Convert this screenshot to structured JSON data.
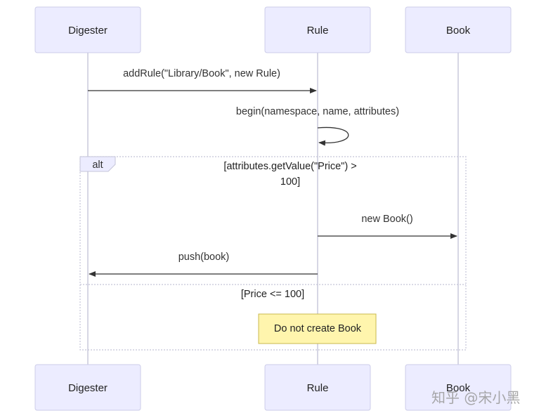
{
  "actors": [
    {
      "name": "Digester"
    },
    {
      "name": "Rule"
    },
    {
      "name": "Book"
    }
  ],
  "messages": [
    {
      "label": "addRule(\"Library/Book\", new Rule)",
      "from": "Digester",
      "to": "Rule"
    },
    {
      "label": "begin(namespace, name, attributes)",
      "from": "Rule",
      "to": "Rule"
    },
    {
      "label": "new Book()",
      "from": "Rule",
      "to": "Book"
    },
    {
      "label": "push(book)",
      "from": "Rule",
      "to": "Digester"
    }
  ],
  "alt_block": {
    "keyword": "alt",
    "condition_line1": "[attributes.getValue(\"Price\") >",
    "condition_line2": "100]",
    "else_condition": "[Price <= 100]"
  },
  "note": {
    "text": "Do not create Book"
  },
  "watermark": "知乎 @宋小黑",
  "colors": {
    "actor_fill": "#ececff",
    "note_fill": "#fff5ad",
    "line": "#333333"
  }
}
